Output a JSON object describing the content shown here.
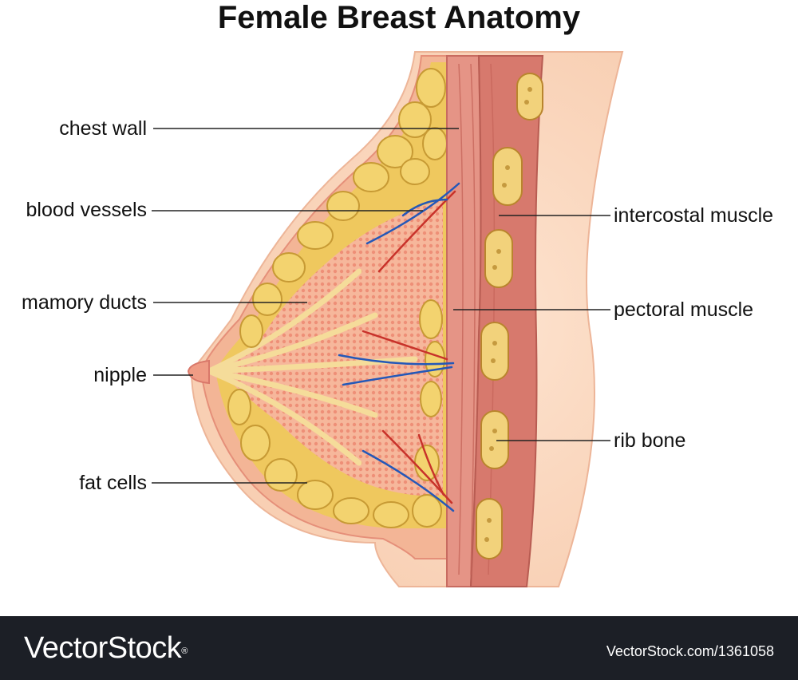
{
  "title": "Female Breast Anatomy",
  "labels": {
    "chest_wall": "chest wall",
    "blood_vessels": "blood vessels",
    "mammary_ducts": "mamory ducts",
    "nipple": "nipple",
    "fat_cells": "fat cells",
    "intercostal_muscle": "intercostal muscle",
    "pectoral_muscle": "pectoral muscle",
    "rib_bone": "rib bone"
  },
  "footer": {
    "brand": "VectorStock",
    "trademark": "®",
    "url": "VectorStock.com/1361058"
  },
  "colors": {
    "skin": "#f7c9a8",
    "skin_edge": "#e89a7f",
    "fat": "#f0cf6a",
    "gland": "#f4a886",
    "muscle": "#d9796e",
    "bone": "#f2d58a",
    "artery": "#c8322a",
    "vein": "#2458b8",
    "footer_bg": "#1c1f26"
  }
}
